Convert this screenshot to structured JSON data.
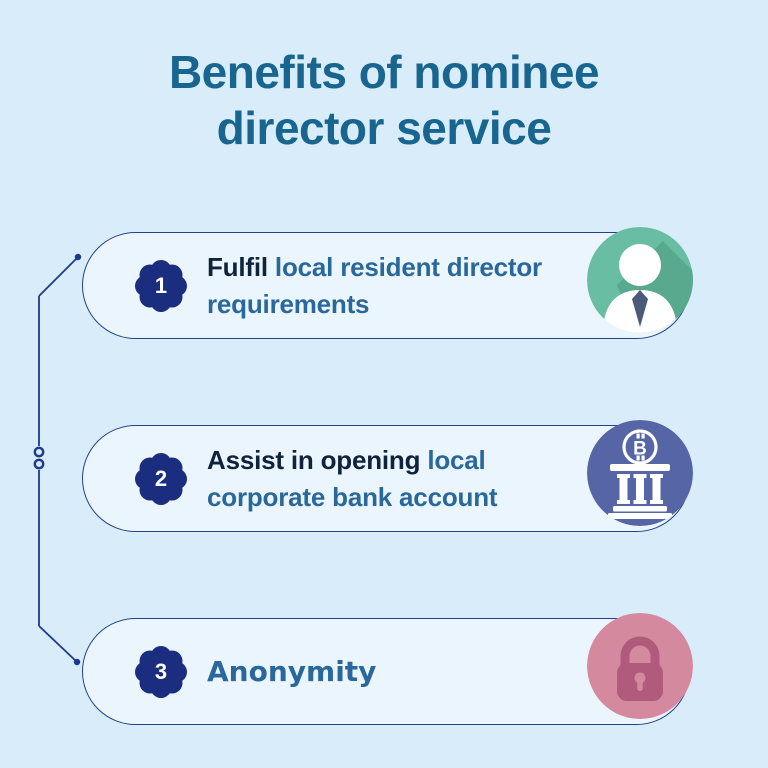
{
  "title": {
    "line1": "Benefits of nominee",
    "line2": "director service"
  },
  "cards": [
    {
      "number": "1",
      "lead": "Fulfil",
      "rest": " local resident director requirements",
      "icon": "person-avatar"
    },
    {
      "number": "2",
      "lead": "Assist in opening",
      "rest": " local corporate bank account",
      "icon": "bank-bitcoin"
    },
    {
      "number": "3",
      "lead": "",
      "rest": "Anonymity",
      "icon": "padlock"
    }
  ],
  "colors": {
    "background": "#d9ecf9",
    "card_fill": "#eaf5fd",
    "card_border": "#24418e",
    "title": "#186590",
    "text_dark": "#10233d",
    "text_blue": "#2a689c",
    "badge": "#1b2d7e",
    "icon_green": "#68bda2",
    "icon_green_shadow": "#58a98e",
    "icon_blue": "#5565a5",
    "icon_pink": "#d5899e",
    "lock_body": "#b05a7c",
    "tie": "#4a5a7a",
    "connector": "#1e3a8c"
  }
}
